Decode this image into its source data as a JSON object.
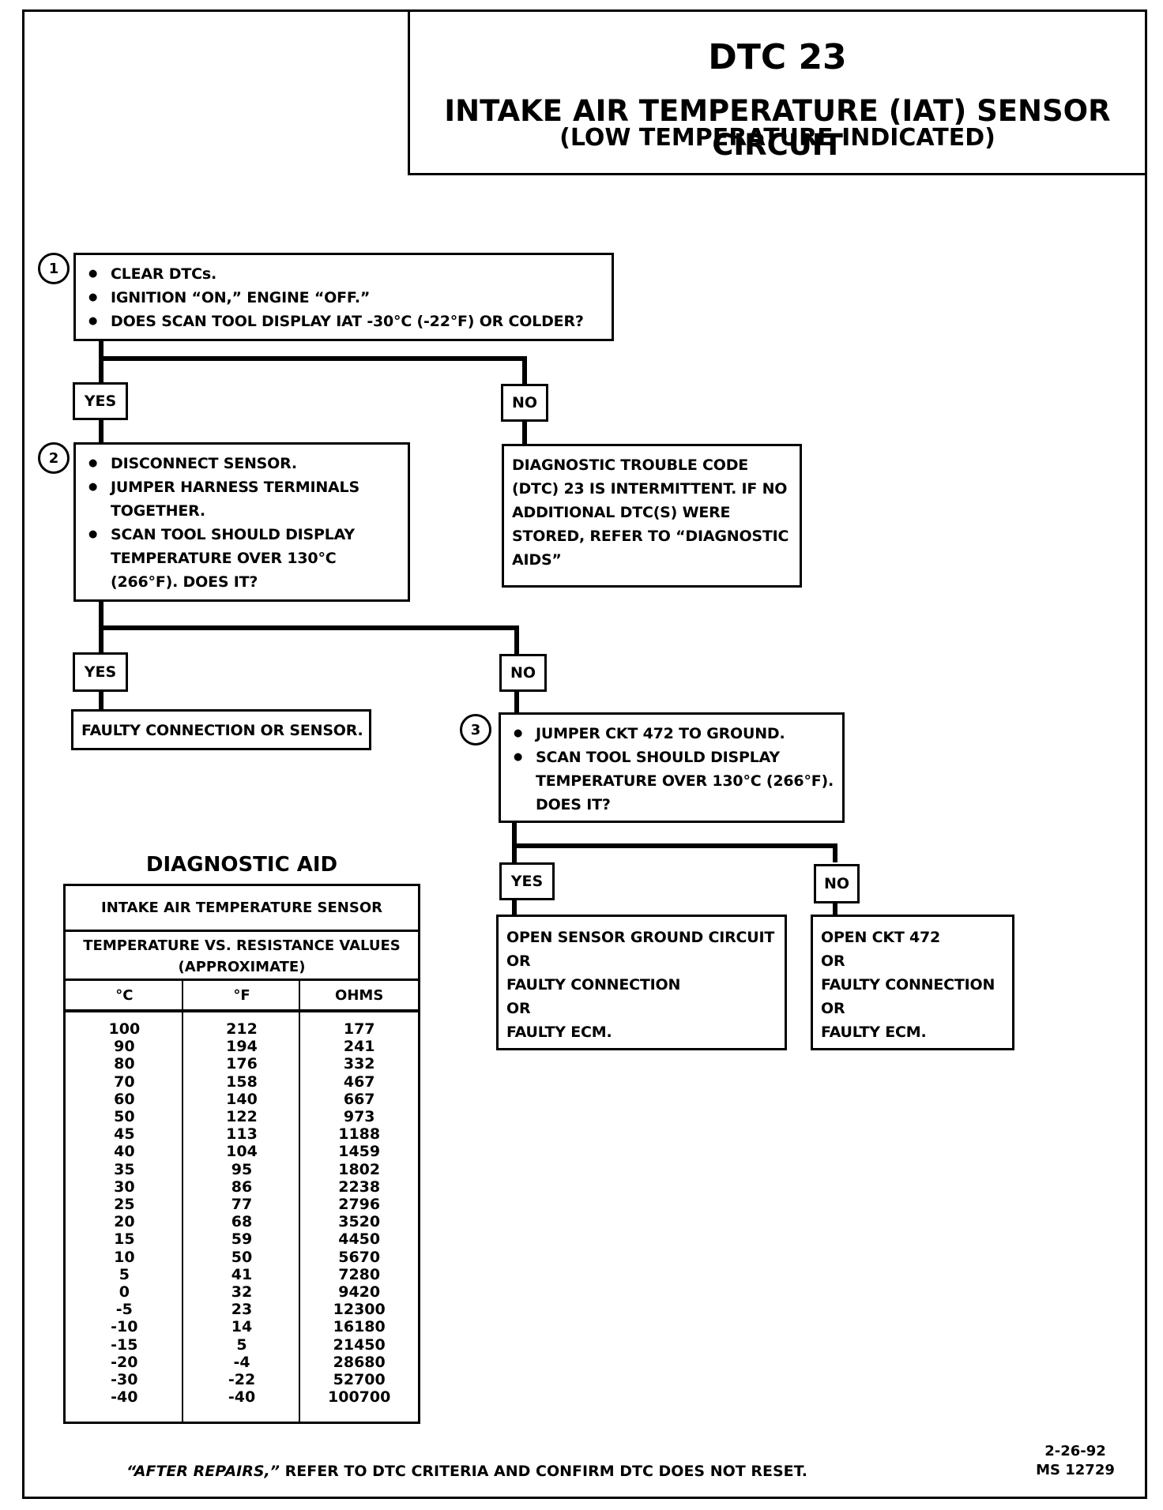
{
  "header": {
    "code": "DTC 23",
    "title": "INTAKE AIR TEMPERATURE (IAT) SENSOR CIRCUIT",
    "subtitle": "(LOW TEMPERATURE INDICATED)"
  },
  "steps": {
    "step1": {
      "number": "1",
      "bullets": [
        "CLEAR DTCs.",
        "IGNITION “ON,” ENGINE “OFF.”",
        "DOES SCAN TOOL DISPLAY IAT -30°C (-22°F) OR COLDER?"
      ]
    },
    "step2": {
      "number": "2",
      "bullets": [
        "DISCONNECT SENSOR.",
        "JUMPER HARNESS TERMINALS TOGETHER.",
        "SCAN TOOL SHOULD DISPLAY TEMPERATURE OVER 130°C (266°F). DOES IT?"
      ]
    },
    "step3": {
      "number": "3",
      "bullets": [
        "JUMPER CKT 472 TO GROUND.",
        "SCAN TOOL SHOULD DISPLAY TEMPERATURE OVER 130°C (266°F). DOES IT?"
      ]
    }
  },
  "branches": {
    "yes": "YES",
    "no": "NO"
  },
  "results": {
    "intermittent": "DIAGNOSTIC TROUBLE CODE (DTC) 23 IS INTERMITTENT.  IF NO ADDITIONAL DTC(S) WERE STORED, REFER TO “DIAGNOSTIC AIDS”",
    "faulty_connection": "FAULTY CONNECTION OR SENSOR.",
    "open_ground": [
      "OPEN SENSOR GROUND CIRCUIT",
      "OR",
      "FAULTY CONNECTION",
      "OR",
      "FAULTY ECM."
    ],
    "open_ckt": [
      "OPEN CKT 472",
      "OR",
      "FAULTY CONNECTION",
      "OR",
      "FAULTY ECM."
    ]
  },
  "diagnostic_aid": {
    "title": "DIAGNOSTIC AID",
    "table_title": "INTAKE AIR TEMPERATURE SENSOR",
    "table_subtitle_1": "TEMPERATURE VS. RESISTANCE VALUES",
    "table_subtitle_2": "(APPROXIMATE)",
    "columns": [
      "°C",
      "°F",
      "OHMS"
    ],
    "celsius": [
      "100",
      "90",
      "80",
      "70",
      "60",
      "50",
      "45",
      "40",
      "35",
      "30",
      "25",
      "20",
      "15",
      "10",
      "5",
      "0",
      "-5",
      "-10",
      "-15",
      "-20",
      "-30",
      "-40"
    ],
    "fahrenheit": [
      "212",
      "194",
      "176",
      "158",
      "140",
      "122",
      "113",
      "104",
      "95",
      "86",
      "77",
      "68",
      "59",
      "50",
      "41",
      "32",
      "23",
      "14",
      "5",
      "-4",
      "-22",
      "-40"
    ],
    "ohms": [
      "177",
      "241",
      "332",
      "467",
      "667",
      "973",
      "1188",
      "1459",
      "1802",
      "2238",
      "2796",
      "3520",
      "4450",
      "5670",
      "7280",
      "9420",
      "12300",
      "16180",
      "21450",
      "28680",
      "52700",
      "100700"
    ]
  },
  "footer": {
    "emphasis": "“AFTER REPAIRS,”",
    "text": " REFER TO DTC CRITERIA AND CONFIRM DTC DOES NOT RESET.",
    "date": "2-26-92",
    "ref": "MS 12729"
  }
}
